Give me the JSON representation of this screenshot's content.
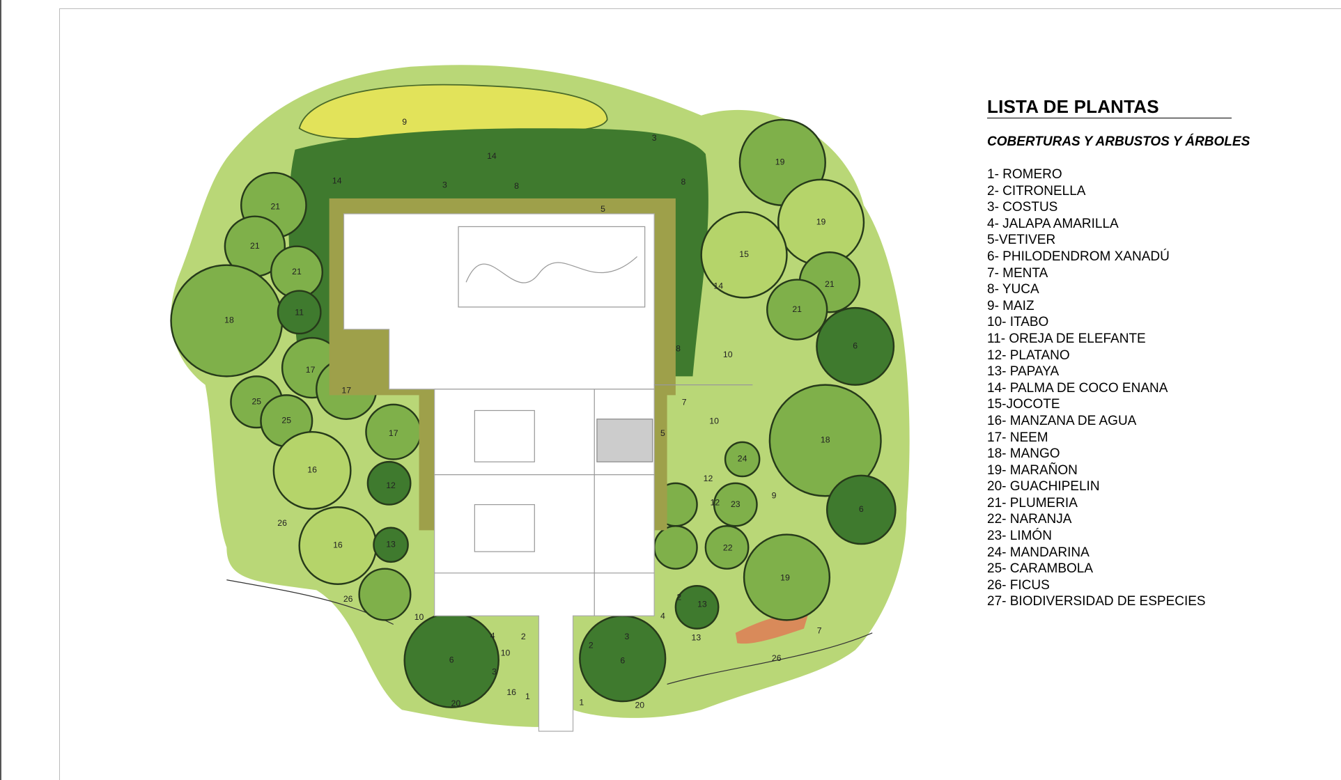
{
  "legend": {
    "title": "LISTA DE PLANTAS",
    "subtitle": "COBERTURAS Y ARBUSTOS Y ÁRBOLES",
    "items": [
      "1- ROMERO",
      "2- CITRONELLA",
      "3- COSTUS",
      "4- JALAPA AMARILLA",
      "5-VETIVER",
      "6- PHILODENDROM XANADÚ",
      "7- MENTA",
      "8- YUCA",
      "9- MAIZ",
      "10- ITABO",
      "11- OREJA DE ELEFANTE",
      "12- PLATANO",
      "13- PAPAYA",
      "14- PALMA DE COCO ENANA",
      "15-JOCOTE",
      "16- MANZANA DE AGUA",
      "17- NEEM",
      "18- MANGO",
      "19- MARAÑON",
      "20- GUACHIPELIN",
      "21- PLUMERIA",
      "22- NARANJA",
      "23- LIMÓN",
      "24- MANDARINA",
      "25- CARAMBOLA",
      "26- FICUS",
      "27- BIODIVERSIDAD DE ESPECIES"
    ]
  },
  "plan_labels": [
    "9",
    "3",
    "14",
    "14",
    "3",
    "8",
    "8",
    "5",
    "21",
    "21",
    "21",
    "18",
    "11",
    "17",
    "17",
    "17",
    "25",
    "25",
    "16",
    "16",
    "26",
    "12",
    "13",
    "26",
    "10",
    "6",
    "20",
    "4",
    "2",
    "10",
    "3",
    "16",
    "1",
    "6",
    "3",
    "2",
    "1",
    "20",
    "19",
    "19",
    "15",
    "14",
    "21",
    "21",
    "6",
    "8",
    "10",
    "7",
    "10",
    "5",
    "18",
    "24",
    "12",
    "12",
    "23",
    "9",
    "6",
    "22",
    "19",
    "2",
    "13",
    "13",
    "4",
    "7",
    "26"
  ],
  "colors": {
    "light_green": "#b5d46a",
    "mid_green": "#7fb04a",
    "dark_green": "#3f7a2e",
    "maize": "#e4e35a",
    "vetiver": "#9ea04a",
    "orange": "#d98a5a"
  }
}
